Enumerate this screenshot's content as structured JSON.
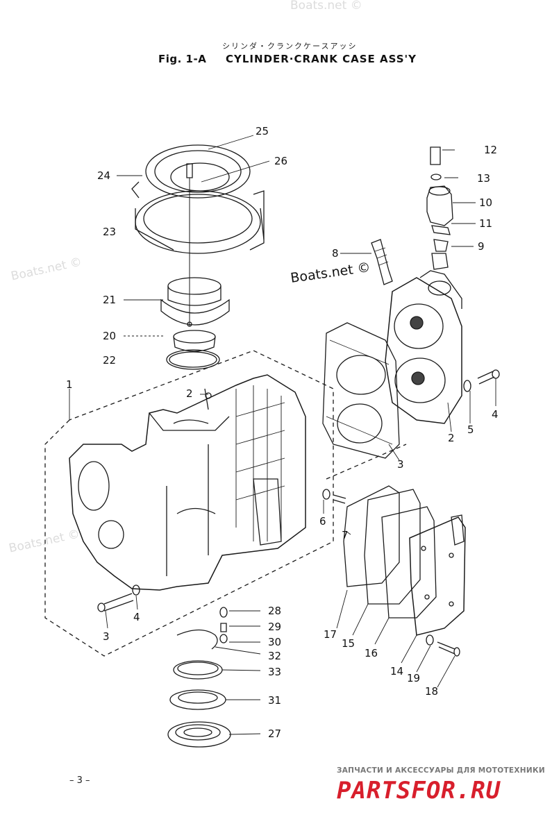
{
  "header": {
    "japanese_title": "シリンダ・クランクケースアッシ",
    "fig_number": "Fig. 1-A",
    "fig_title": "CYLINDER·CRANK CASE ASS'Y"
  },
  "callouts": [
    "25",
    "26",
    "24",
    "23",
    "21",
    "20",
    "22",
    "12",
    "13",
    "10",
    "11",
    "8",
    "9",
    "1",
    "2",
    "2",
    "3",
    "4",
    "5",
    "6",
    "7",
    "4",
    "3",
    "28",
    "29",
    "30",
    "32",
    "33",
    "31",
    "27",
    "17",
    "15",
    "16",
    "14",
    "19",
    "18"
  ],
  "watermarks": {
    "top": "Boats.net ©",
    "left_upper": "Boats.net ©",
    "center": "Boats.net ©",
    "left_lower": "Boats.net ©"
  },
  "page_number": "– 3 –",
  "footer": {
    "tagline": "ЗАПЧАСТИ И АКСЕССУАРЫ ДЛЯ МОТОТЕХНИКИ",
    "logo": "PARTSFOR.RU"
  }
}
